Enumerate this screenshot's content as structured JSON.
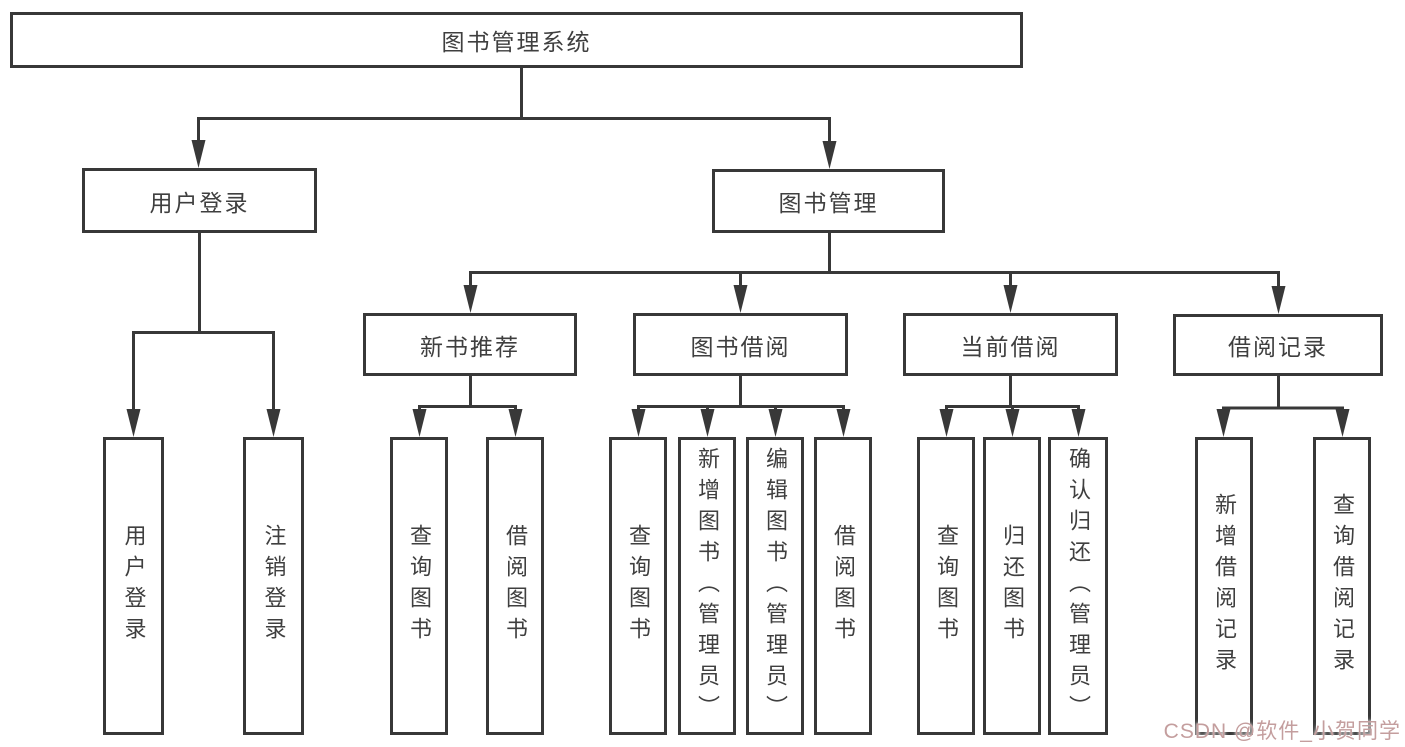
{
  "tree": {
    "root": {
      "label": "图书管理系统",
      "children": [
        {
          "label": "用户登录",
          "children": [
            {
              "label": "用户登录"
            },
            {
              "label": "注销登录"
            }
          ]
        },
        {
          "label": "图书管理",
          "children": [
            {
              "label": "新书推荐",
              "children": [
                {
                  "label": "查询图书"
                },
                {
                  "label": "借阅图书"
                }
              ]
            },
            {
              "label": "图书借阅",
              "children": [
                {
                  "label": "查询图书"
                },
                {
                  "label": "新增图书（管理员）"
                },
                {
                  "label": "编辑图书（管理员）"
                },
                {
                  "label": "借阅图书"
                }
              ]
            },
            {
              "label": "当前借阅",
              "children": [
                {
                  "label": "查询图书"
                },
                {
                  "label": "归还图书"
                },
                {
                  "label": "确认归还（管理员）"
                }
              ]
            },
            {
              "label": "借阅记录",
              "children": [
                {
                  "label": "新增借阅记录"
                },
                {
                  "label": "查询借阅记录"
                }
              ]
            }
          ]
        }
      ]
    }
  },
  "watermark": {
    "text": "CSDN @软件_小贺同学"
  },
  "colors": {
    "line": "#383838",
    "node_text": "#3f3f3f",
    "node_background": "#ffffff",
    "watermark": "#c49e9e"
  }
}
